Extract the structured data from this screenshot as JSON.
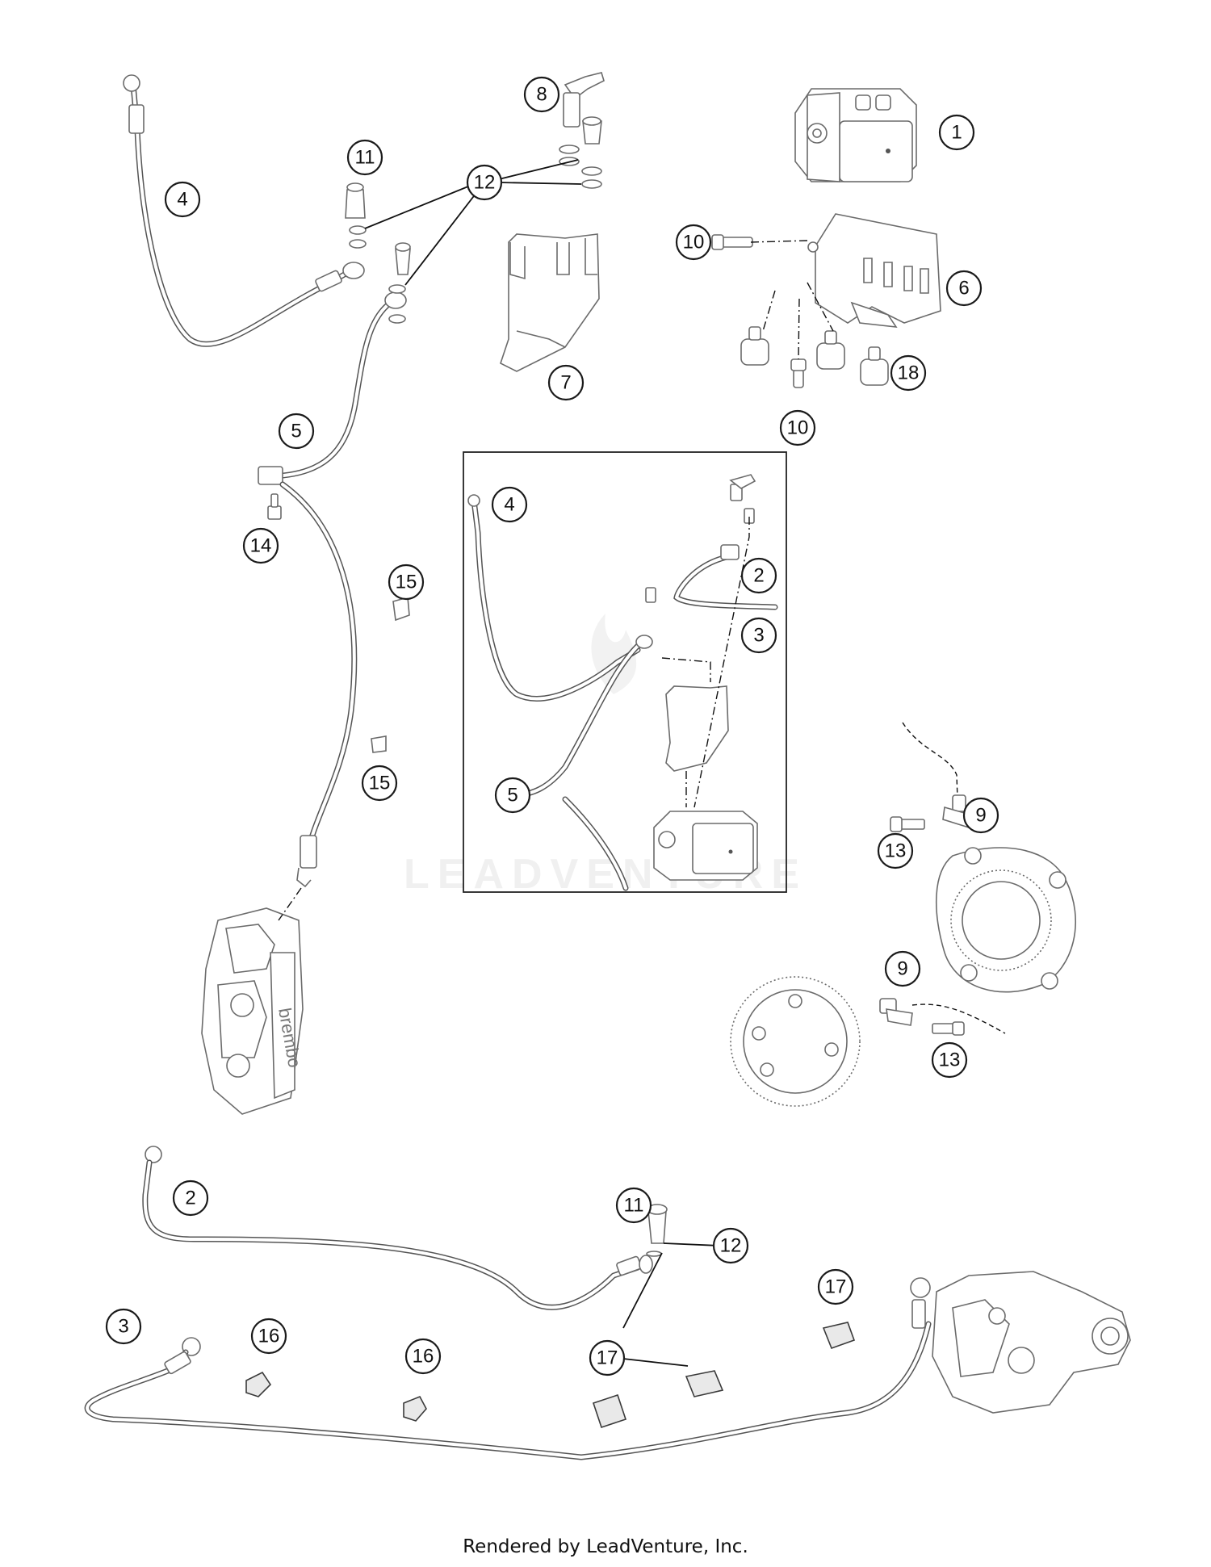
{
  "diagram": {
    "callouts": [
      {
        "id": "c1",
        "label": "1"
      },
      {
        "id": "c2-inset",
        "label": "2"
      },
      {
        "id": "c2",
        "label": "2"
      },
      {
        "id": "c3-inset",
        "label": "3"
      },
      {
        "id": "c3",
        "label": "3"
      },
      {
        "id": "c4",
        "label": "4"
      },
      {
        "id": "c4-inset",
        "label": "4"
      },
      {
        "id": "c5",
        "label": "5"
      },
      {
        "id": "c5-inset",
        "label": "5"
      },
      {
        "id": "c6",
        "label": "6"
      },
      {
        "id": "c7",
        "label": "7"
      },
      {
        "id": "c8",
        "label": "8"
      },
      {
        "id": "c9-a",
        "label": "9"
      },
      {
        "id": "c9-b",
        "label": "9"
      },
      {
        "id": "c10-a",
        "label": "10"
      },
      {
        "id": "c10-b",
        "label": "10"
      },
      {
        "id": "c11-a",
        "label": "11"
      },
      {
        "id": "c11-b",
        "label": "11"
      },
      {
        "id": "c12-a",
        "label": "12"
      },
      {
        "id": "c12-b",
        "label": "12"
      },
      {
        "id": "c13-a",
        "label": "13"
      },
      {
        "id": "c13-b",
        "label": "13"
      },
      {
        "id": "c14",
        "label": "14"
      },
      {
        "id": "c15-a",
        "label": "15"
      },
      {
        "id": "c15-b",
        "label": "15"
      },
      {
        "id": "c16-a",
        "label": "16"
      },
      {
        "id": "c16-b",
        "label": "16"
      },
      {
        "id": "c17-a",
        "label": "17"
      },
      {
        "id": "c17-b",
        "label": "17"
      },
      {
        "id": "c18",
        "label": "18"
      }
    ],
    "watermark": "LEADVENTURE",
    "caliper_brand": "brembo"
  },
  "footer": {
    "credit": "Rendered by LeadVenture, Inc."
  },
  "colors": {
    "line": "#1a1a1a",
    "part_outline": "#6b6b6b",
    "background": "#ffffff"
  }
}
